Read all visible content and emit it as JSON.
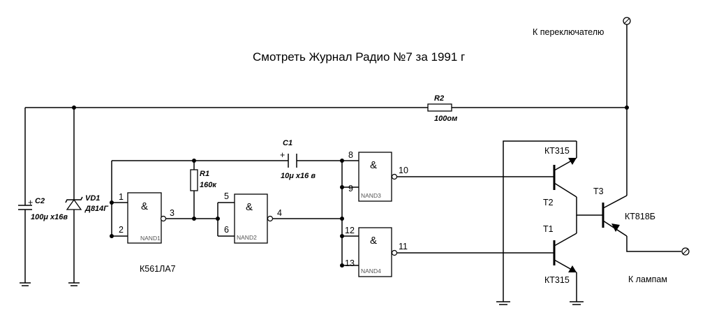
{
  "title": "Смотреть Журнал Радио №7 за 1991 г",
  "terminals": {
    "switch": "К переключателю",
    "lamps": "К лампам"
  },
  "chip": "К561ЛА7",
  "components": {
    "R2": {
      "ref": "R2",
      "value": "100ом"
    },
    "R1": {
      "ref": "R1",
      "value": "160к"
    },
    "C1": {
      "ref": "C1",
      "value": "10μ x16 в",
      "polarity": "+"
    },
    "C2": {
      "ref": "C2",
      "value": "100μ x16в",
      "polarity": "+"
    },
    "VD1": {
      "ref": "VD1",
      "value": "Д814Г"
    },
    "T1": {
      "ref": "T1",
      "type": "КТ315"
    },
    "T2": {
      "ref": "T2",
      "type": "КТ315"
    },
    "T3": {
      "ref": "T3",
      "type": "КТ818Б"
    }
  },
  "gates": [
    {
      "name": "NAND1",
      "symbol": "&",
      "inputs": [
        "1",
        "2"
      ],
      "output": "3"
    },
    {
      "name": "NAND2",
      "symbol": "&",
      "inputs": [
        "5",
        "6"
      ],
      "output": "4"
    },
    {
      "name": "NAND3",
      "symbol": "&",
      "inputs": [
        "8",
        "9"
      ],
      "output": "10"
    },
    {
      "name": "NAND4",
      "symbol": "&",
      "inputs": [
        "12",
        "13"
      ],
      "output": "11"
    }
  ]
}
